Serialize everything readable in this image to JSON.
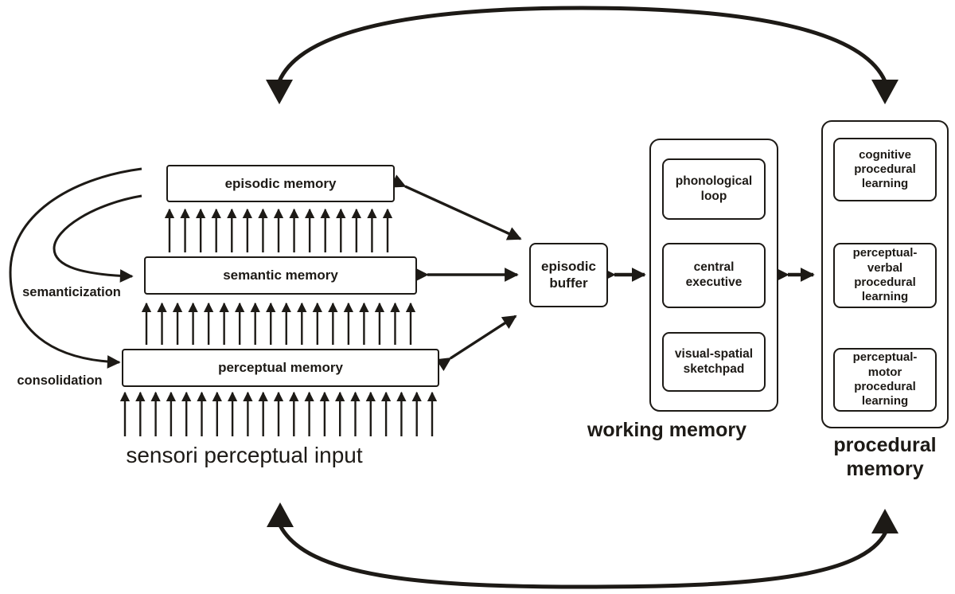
{
  "figure": {
    "background": "#ffffff",
    "ink_color": "#1d1a16",
    "memory_boxes": {
      "episodic": "episodic memory",
      "semantic": "semantic memory",
      "perceptual": "perceptual memory"
    },
    "episodic_buffer_label": "episodic buffer",
    "working_memory": {
      "title": "working memory",
      "components": [
        "phonological loop",
        "central executive",
        "visual-spatial sketchpad"
      ]
    },
    "procedural_memory": {
      "title": "procedural memory",
      "components": [
        "cognitive procedural learning",
        "perceptual-verbal procedural learning",
        "perceptual-motor procedural learning"
      ]
    },
    "process_labels": {
      "semanticization": "semanticization",
      "consolidation": "consolidation"
    },
    "input_label": "sensori perceptual input"
  }
}
